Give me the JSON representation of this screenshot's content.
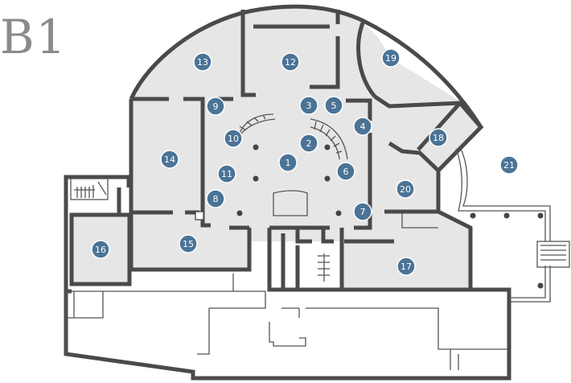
{
  "floor_label": "B1",
  "colors": {
    "marker": "#4a7396",
    "room_fill": "#e6e6e6",
    "wall": "#4a4a4a",
    "background": "#ffffff"
  },
  "markers": [
    "1",
    "2",
    "3",
    "4",
    "5",
    "6",
    "7",
    "8",
    "9",
    "10",
    "11",
    "12",
    "13",
    "14",
    "15",
    "16",
    "17",
    "18",
    "19",
    "20",
    "21"
  ]
}
